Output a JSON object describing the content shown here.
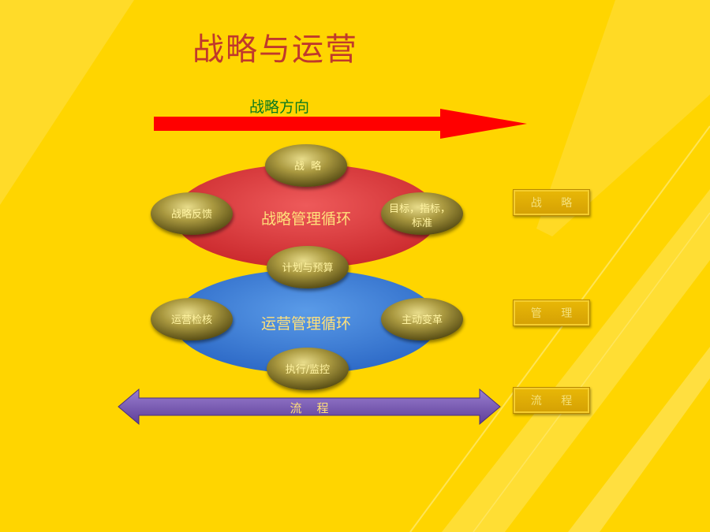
{
  "title": "战略与运营",
  "strategy_direction": {
    "label": "战略方向",
    "arrow_color": "#FF0000"
  },
  "strategy_cycle": {
    "label": "战略管理循环",
    "color": "#E0383A",
    "nodes": {
      "top": "战  略",
      "left": "战略反馈",
      "right_line1": "目标，指标，",
      "right_line2": "标准"
    }
  },
  "shared_node": "计划与预算",
  "operations_cycle": {
    "label": "运营管理循环",
    "color": "#3A7FD8",
    "nodes": {
      "left": "运营检核",
      "right": "主动变革",
      "bottom": "执行/监控"
    }
  },
  "process_arrow": {
    "label": "流    程",
    "color": "#7B5BB5"
  },
  "side_labels": [
    "战 略",
    "管 理",
    "流 程"
  ],
  "colors": {
    "background": "#FFD500",
    "title": "#C0392B",
    "node_fill": "#A99C45",
    "node_text": "#FFF3A0"
  }
}
